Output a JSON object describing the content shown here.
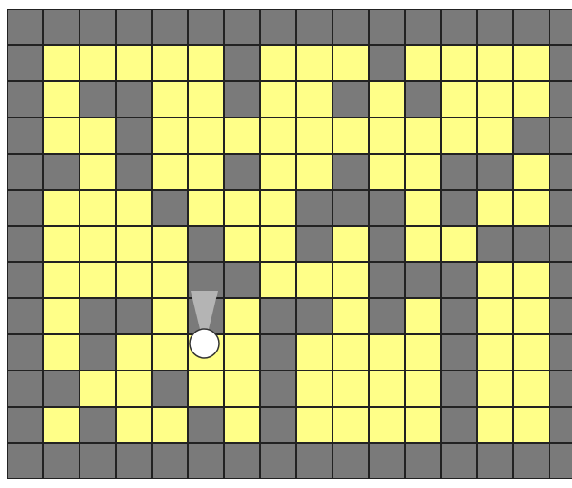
{
  "maze": {
    "rows": 13,
    "cols": 16,
    "wall_char": "#",
    "open_char": ".",
    "colors": {
      "wall": "#7a7a7a",
      "open": "#ffff88",
      "grid_line": "#222222",
      "agent_body": "#ffffff",
      "agent_outline": "#333333",
      "agent_direction": "#b4b4b4"
    },
    "grid": [
      "################",
      "#.....#...#....#",
      "#.##..#..#.#...#",
      "#..#..........##",
      "##.#..#..#..##.#",
      "#...#...###.#..#",
      "#....#..#.#..###",
      "#....##...###..#",
      "#.##.#.##.#.#..#",
      "#.#....#....#..#",
      "##..#..#....#..#",
      "#.#..#.#....#..#",
      "################"
    ]
  },
  "agent": {
    "row": 9,
    "col": 5,
    "facing": "up",
    "icon": "agent-circle-with-direction-cone"
  }
}
